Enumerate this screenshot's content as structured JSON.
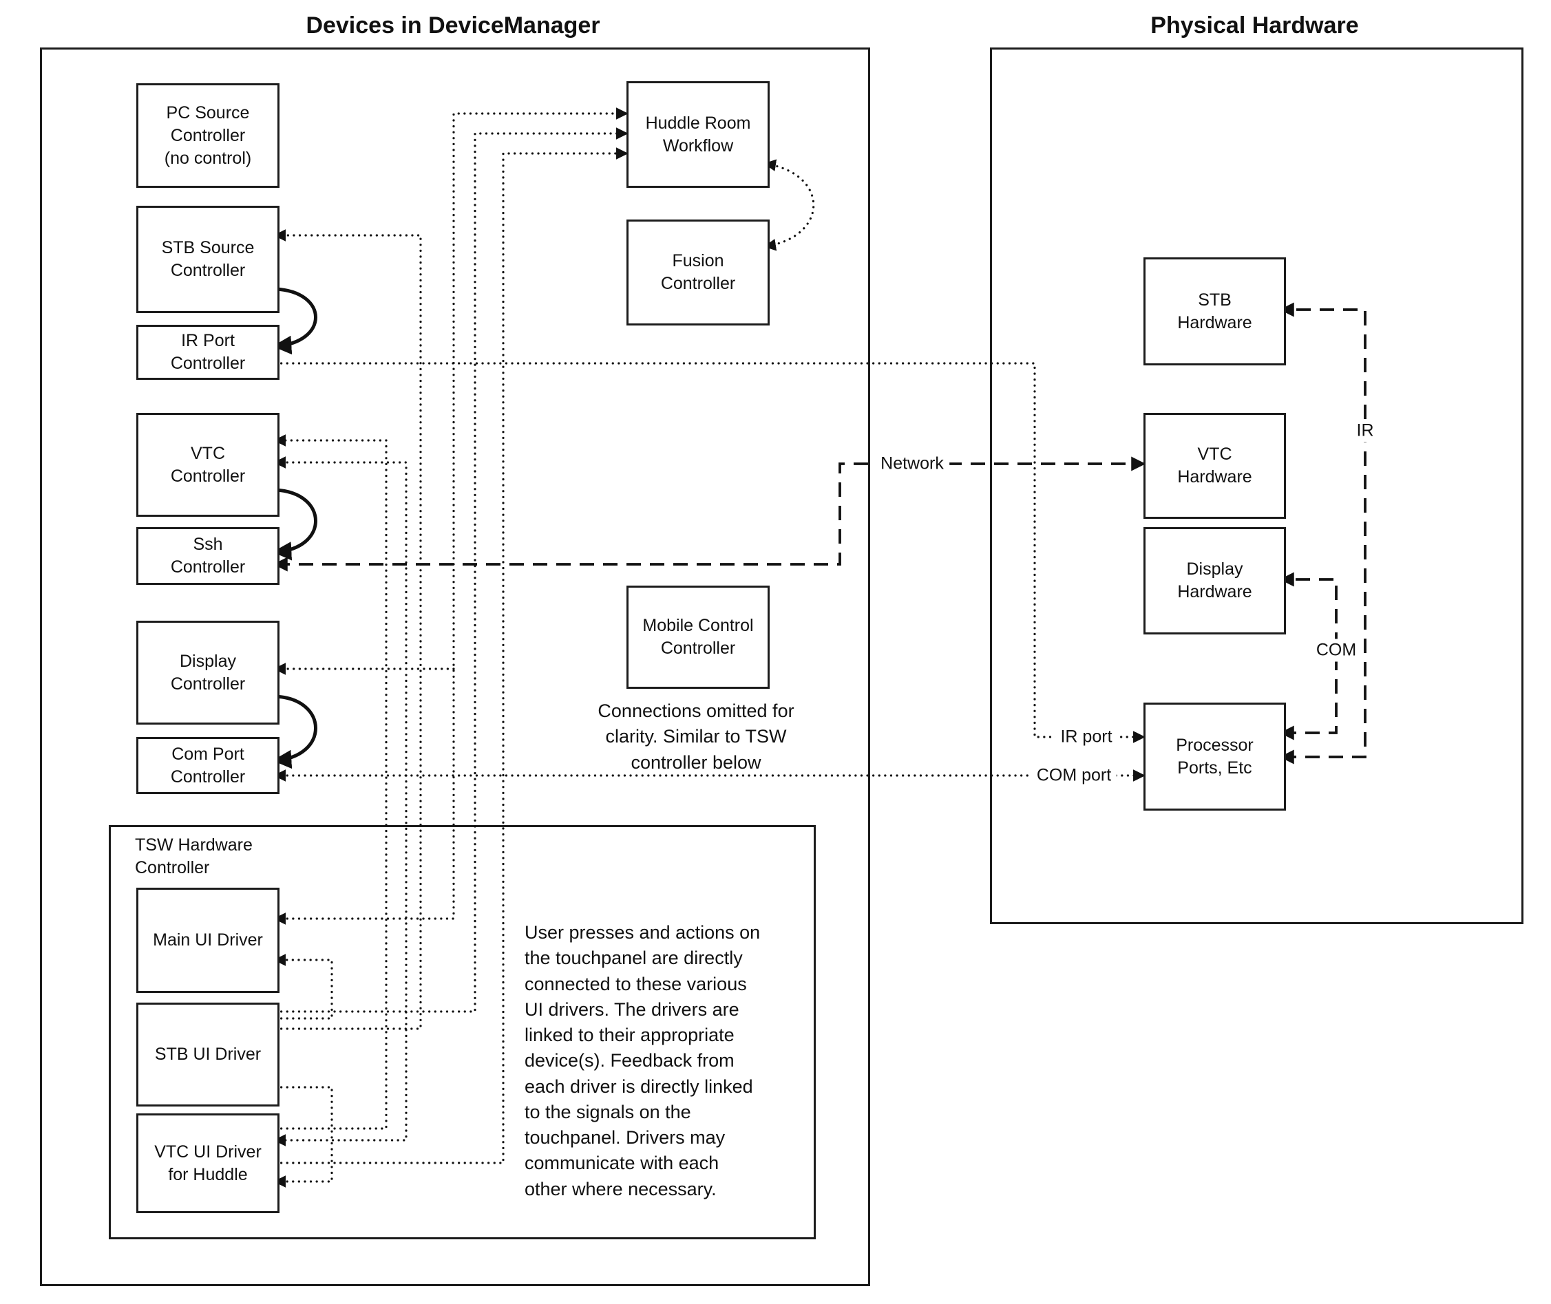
{
  "titles": {
    "left": "Devices in DeviceManager",
    "right": "Physical Hardware"
  },
  "nodes": {
    "pc_source": "PC Source\nController\n(no control)",
    "stb_source": "STB Source\nController",
    "ir_port": "IR Port\nController",
    "vtc": "VTC\nController",
    "ssh": "Ssh\nController",
    "display": "Display\nController",
    "com_port": "Com Port\nController",
    "huddle": "Huddle Room\nWorkflow",
    "fusion": "Fusion\nController",
    "mobile": "Mobile Control\nController",
    "tsw_label": "TSW Hardware\nController",
    "main_ui": "Main UI Driver",
    "stb_ui": "STB UI Driver",
    "vtc_ui": "VTC UI Driver\nfor Huddle",
    "stb_hw": "STB\nHardware",
    "vtc_hw": "VTC\nHardware",
    "display_hw": "Display\nHardware",
    "processor": "Processor\nPorts, Etc"
  },
  "edge_labels": {
    "network": "Network",
    "ir": "IR",
    "com": "COM",
    "ir_port": "IR port",
    "com_port": "COM port"
  },
  "annotations": {
    "mobile_note": "Connections omitted for\nclarity. Similar to TSW\ncontroller below",
    "tsw_note": "User presses and actions on\nthe touchpanel are directly\nconnected to these various\nUI drivers.  The drivers are\nlinked to their appropriate\ndevice(s). Feedback from\neach driver is directly linked\nto the signals on the\ntouchpanel. Drivers may\ncommunicate with each\nother where necessary."
  },
  "connections": [
    {
      "from": "Main UI Driver",
      "to": "Huddle Room Workflow",
      "style": "dotted",
      "arrows": "both"
    },
    {
      "from": "STB UI Driver",
      "to": "Huddle Room Workflow",
      "style": "dotted",
      "arrows": "to"
    },
    {
      "from": "VTC UI Driver for Huddle",
      "to": "Huddle Room Workflow",
      "style": "dotted",
      "arrows": "to"
    },
    {
      "from": "STB UI Driver",
      "to": "STB Source Controller",
      "style": "dotted",
      "arrows": "to"
    },
    {
      "from": "VTC UI Driver for Huddle",
      "to": "VTC Controller",
      "style": "dotted",
      "arrows": "both"
    },
    {
      "from": "Main UI Driver",
      "to": "Display Controller",
      "style": "dotted",
      "arrows": "to"
    },
    {
      "from": "STB UI Driver",
      "to": "Main UI Driver",
      "style": "dotted",
      "arrows": "to"
    },
    {
      "from": "STB UI Driver",
      "to": "VTC UI Driver for Huddle",
      "style": "dotted",
      "arrows": "to"
    },
    {
      "from": "Huddle Room Workflow",
      "to": "Fusion Controller",
      "style": "dotted",
      "arrows": "both"
    },
    {
      "from": "STB Source Controller",
      "to": "IR Port Controller",
      "style": "solid",
      "arrows": "to"
    },
    {
      "from": "VTC Controller",
      "to": "Ssh Controller",
      "style": "solid",
      "arrows": "to"
    },
    {
      "from": "Display Controller",
      "to": "Com Port Controller",
      "style": "solid",
      "arrows": "to"
    },
    {
      "from": "IR Port Controller",
      "to": "Processor Ports, Etc",
      "style": "dotted",
      "label": "IR port",
      "arrows": "to"
    },
    {
      "from": "Com Port Controller",
      "to": "Processor Ports, Etc",
      "style": "dotted",
      "label": "COM port",
      "arrows": "both"
    },
    {
      "from": "Ssh Controller",
      "to": "VTC Hardware",
      "style": "dashed",
      "label": "Network",
      "arrows": "both"
    },
    {
      "from": "Processor Ports, Etc",
      "to": "STB Hardware",
      "style": "dashed",
      "label": "IR",
      "arrows": "both"
    },
    {
      "from": "Processor Ports, Etc",
      "to": "Display Hardware",
      "style": "dashed",
      "label": "COM",
      "arrows": "both"
    }
  ]
}
